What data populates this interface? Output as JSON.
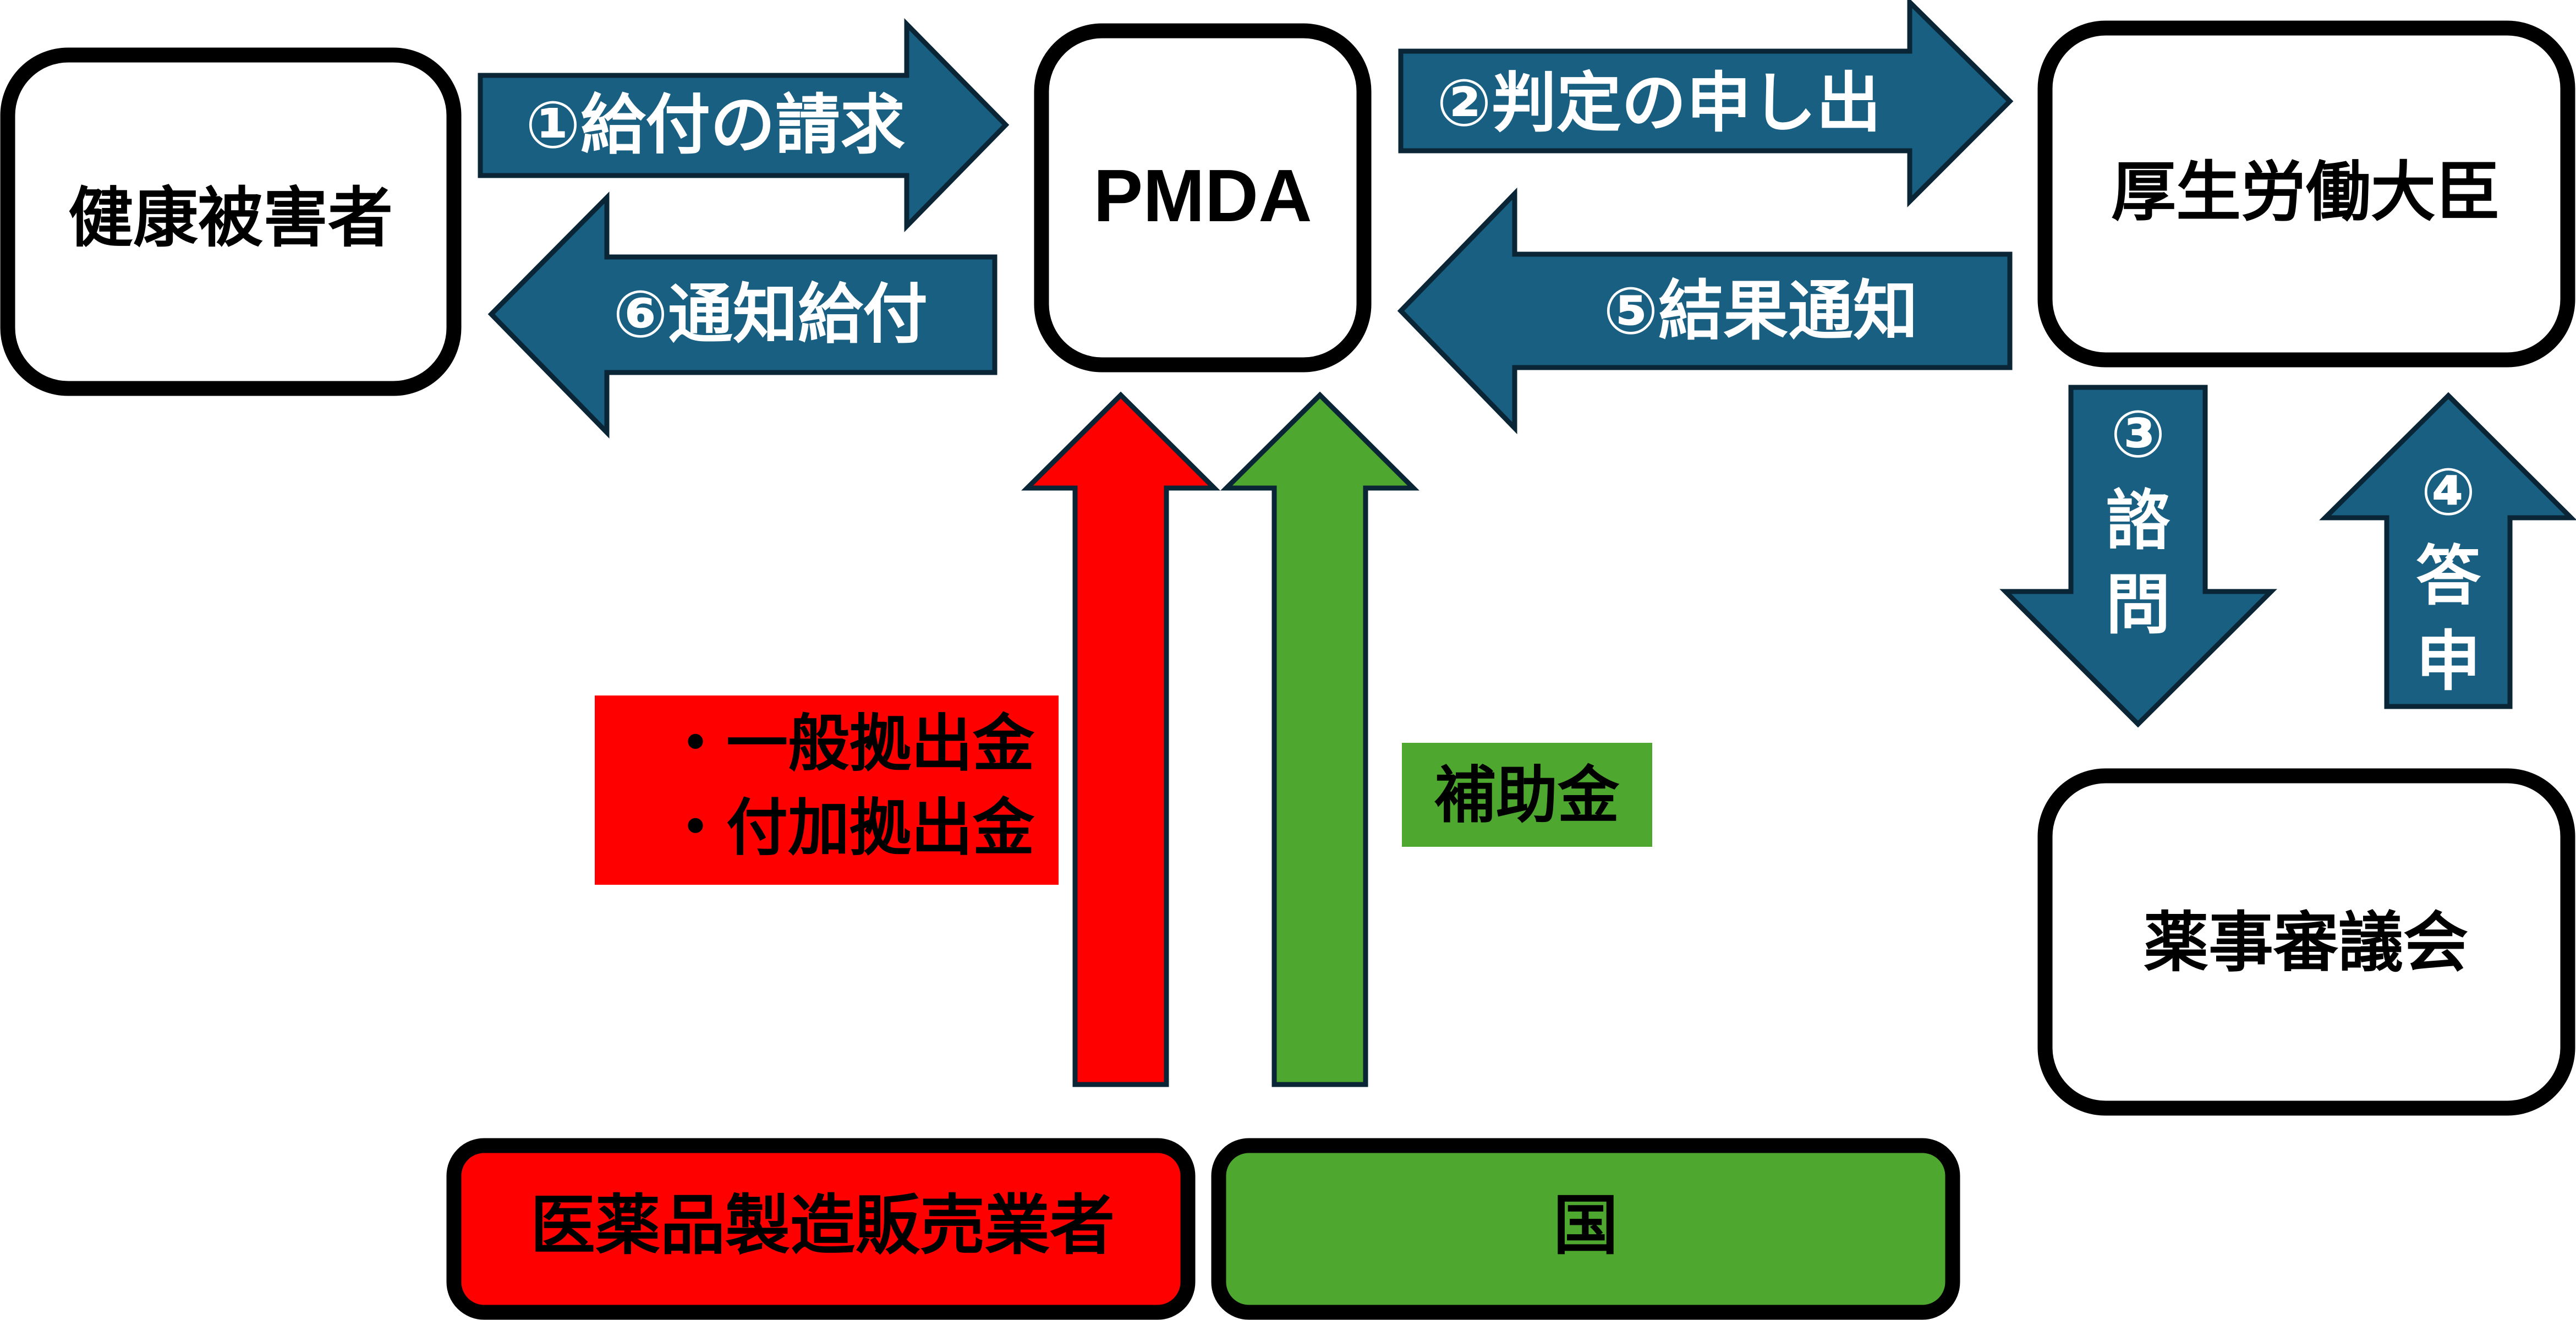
{
  "title": "医薬品副作用被害救済制度の仕組み",
  "colors": {
    "arrow_blue": "#185f82",
    "arrow_outline": "#0a2535",
    "industry_red": "#ff0000",
    "government_green": "#4ea72e",
    "node_border": "#000000"
  },
  "nodes": {
    "victim": "健康被害者",
    "pmda": "PMDA",
    "minister": "厚生労働大臣",
    "council": "薬事審議会",
    "manufacturers": "医薬品製造販売業者",
    "government": "国"
  },
  "flows": [
    {
      "step": "①",
      "label": "給付の請求",
      "from": "健康被害者",
      "to": "PMDA"
    },
    {
      "step": "②",
      "label": "判定の申し出",
      "from": "PMDA",
      "to": "厚生労働大臣"
    },
    {
      "step": "③",
      "label": "諮問",
      "chars": [
        "諮",
        "問"
      ],
      "from": "厚生労働大臣",
      "to": "薬事審議会"
    },
    {
      "step": "④",
      "label": "答申",
      "chars": [
        "答",
        "申"
      ],
      "from": "薬事審議会",
      "to": "厚生労働大臣"
    },
    {
      "step": "⑤",
      "label": "結果通知",
      "from": "厚生労働大臣",
      "to": "PMDA"
    },
    {
      "step": "⑥",
      "label": "通知給付",
      "from": "PMDA",
      "to": "健康被害者"
    }
  ],
  "funding": {
    "industry": {
      "lines": [
        "・一般拠出金",
        "・付加拠出金"
      ],
      "from": "医薬品製造販売業者",
      "to": "PMDA"
    },
    "government": {
      "label": "補助金",
      "from": "国",
      "to": "PMDA"
    }
  }
}
